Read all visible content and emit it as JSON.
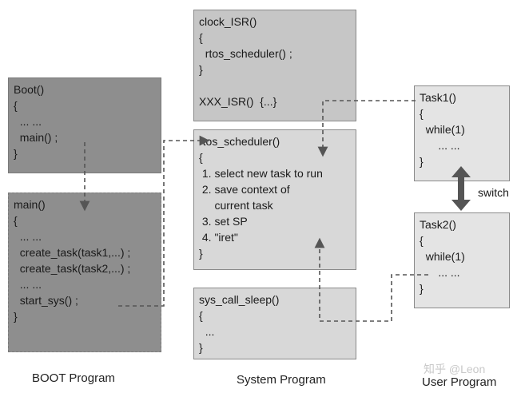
{
  "boxes": {
    "boot": [
      "Boot()",
      "{",
      "  ... ...",
      "  main() ;",
      "}"
    ],
    "main": [
      "main()",
      "{",
      "  ... ...",
      "  create_task(task1,...) ;",
      "  create_task(task2,...) ;",
      "  ... ...",
      "  start_sys() ;",
      "}"
    ],
    "clock_isr": [
      "clock_ISR()",
      "{",
      "  rtos_scheduler() ;",
      "}",
      "",
      "XXX_ISR()  {...}"
    ],
    "rtos_scheduler": [
      "rtos_scheduler()",
      "{",
      " 1. select new task to run",
      " 2. save context of",
      "     current task",
      " 3. set SP",
      " 4. \"iret\"",
      "}"
    ],
    "sys_call_sleep": [
      "sys_call_sleep()",
      "{",
      "  ...",
      "}"
    ],
    "task1": [
      "Task1()",
      "{",
      "  while(1)",
      "      ... ...",
      "}"
    ],
    "task2": [
      "Task2()",
      "{",
      "  while(1)",
      "      ... ...",
      "}"
    ]
  },
  "labels": {
    "switch": "switch",
    "boot_program": "BOOT Program",
    "system_program": "System Program",
    "user_program": "User Program",
    "watermark": "知乎 @Leon"
  }
}
